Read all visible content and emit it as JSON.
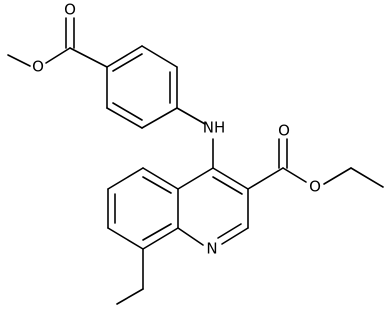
{
  "molecule": {
    "atoms": {
      "o_methyl_ester_single": "O",
      "o_methyl_ester_double": "O",
      "nh": "NH",
      "o_ethyl_ester_double": "O",
      "o_ethyl_ester_single": "O",
      "n_quinoline": "N"
    }
  }
}
